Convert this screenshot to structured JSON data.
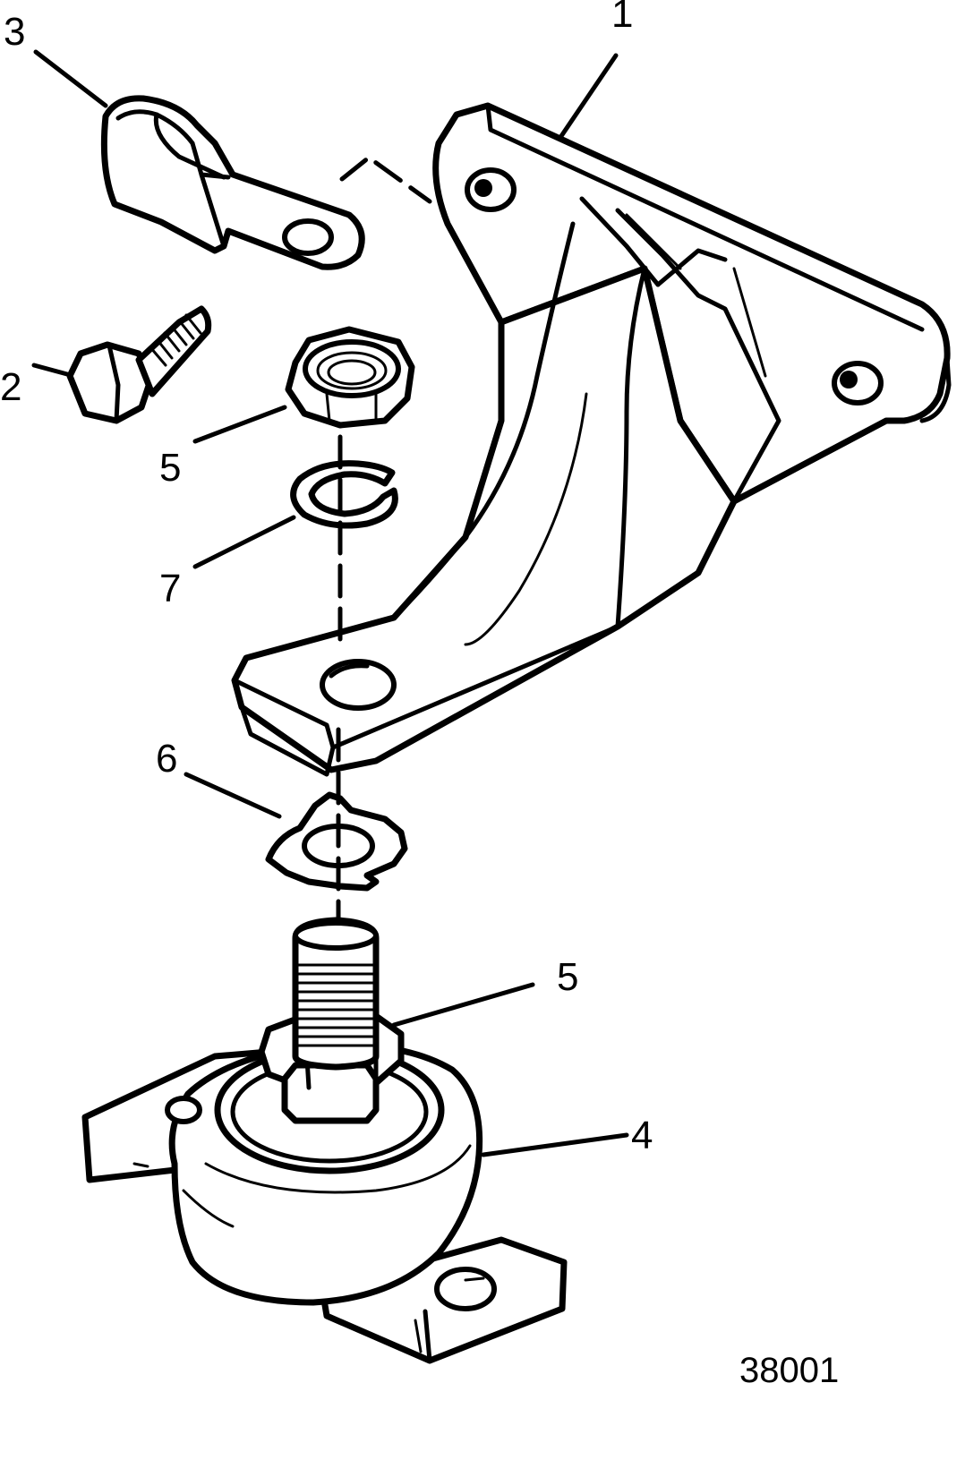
{
  "callouts": [
    {
      "id": "1",
      "label": "1",
      "part": "engine-bracket"
    },
    {
      "id": "2",
      "label": "2",
      "part": "bolt"
    },
    {
      "id": "3",
      "label": "3",
      "part": "clamp"
    },
    {
      "id": "4",
      "label": "4",
      "part": "engine-mount"
    },
    {
      "id": "5a",
      "label": "5",
      "part": "nut"
    },
    {
      "id": "5b",
      "label": "5",
      "part": "mount-nut"
    },
    {
      "id": "6",
      "label": "6",
      "part": "tab-washer"
    },
    {
      "id": "7",
      "label": "7",
      "part": "lock-washer"
    }
  ],
  "figure_number": "38001",
  "colors": {
    "line": "#000000",
    "background": "#ffffff"
  }
}
